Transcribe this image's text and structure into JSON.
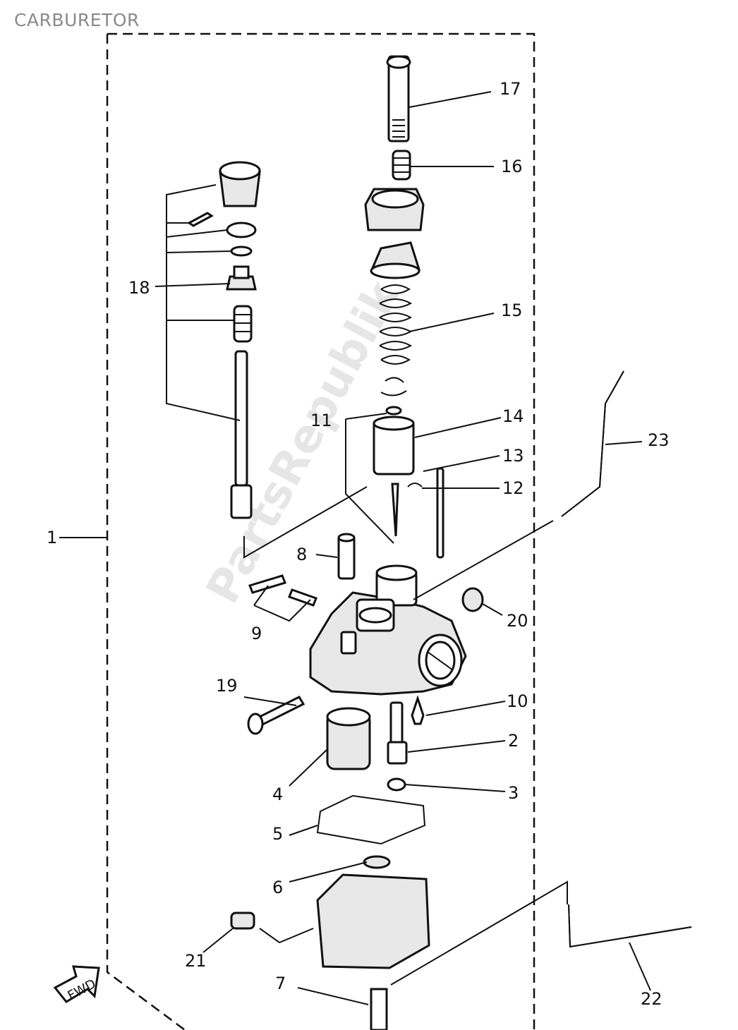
{
  "title": "CARBURETOR",
  "watermark": "PartsRepublik",
  "fwd_label": "FWD",
  "colors": {
    "ink": "#111111",
    "title": "#8a8a8a",
    "watermark": "#d6d6d6"
  },
  "callouts": [
    {
      "id": "1",
      "label": "1"
    },
    {
      "id": "2",
      "label": "2"
    },
    {
      "id": "3",
      "label": "3"
    },
    {
      "id": "4",
      "label": "4"
    },
    {
      "id": "5",
      "label": "5"
    },
    {
      "id": "6",
      "label": "6"
    },
    {
      "id": "7",
      "label": "7"
    },
    {
      "id": "8",
      "label": "8"
    },
    {
      "id": "9",
      "label": "9"
    },
    {
      "id": "10",
      "label": "10"
    },
    {
      "id": "11",
      "label": "11"
    },
    {
      "id": "12",
      "label": "12"
    },
    {
      "id": "13",
      "label": "13"
    },
    {
      "id": "14",
      "label": "14"
    },
    {
      "id": "15",
      "label": "15"
    },
    {
      "id": "16",
      "label": "16"
    },
    {
      "id": "17",
      "label": "17"
    },
    {
      "id": "18",
      "label": "18"
    },
    {
      "id": "19",
      "label": "19"
    },
    {
      "id": "20",
      "label": "20"
    },
    {
      "id": "21",
      "label": "21"
    },
    {
      "id": "22",
      "label": "22"
    },
    {
      "id": "23",
      "label": "23"
    }
  ]
}
